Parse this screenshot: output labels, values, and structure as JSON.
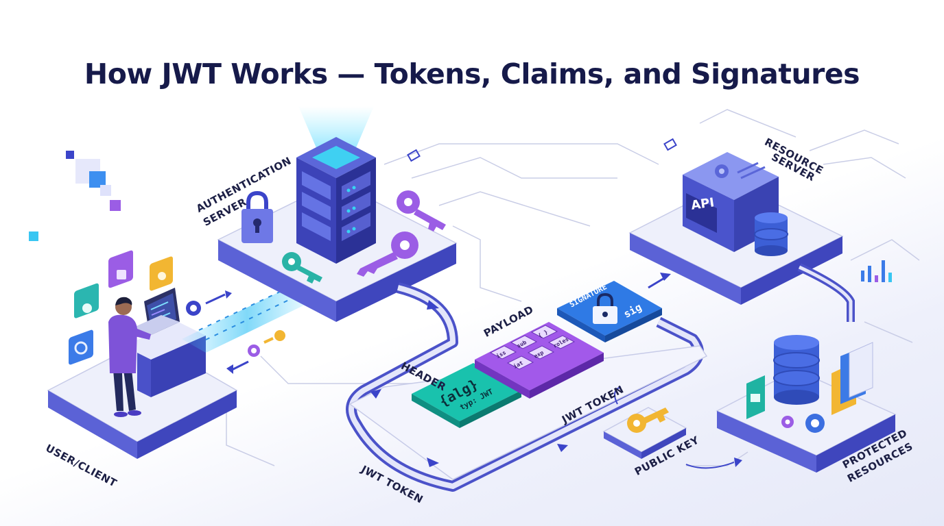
{
  "title": "How JWT Works — Tokens, Claims, and Signatures",
  "nodes": {
    "user_client": "USER/CLIENT",
    "auth_server_line1": "AUTHENTICATION",
    "auth_server_line2": "SERVER",
    "resource_server_line1": "RESOURCE",
    "resource_server_line2": "SERVER",
    "protected_resources_line1": "PROTECTED",
    "protected_resources_line2": "RESOURCES",
    "public_key": "PUBLIC KEY"
  },
  "token": {
    "header_label": "HEADER",
    "header_content_line1": "{alg}",
    "header_content_line2": "typ: JWT",
    "payload_label": "PAYLOAD",
    "payload_claims": [
      "iss",
      "sub",
      "{ }",
      "iat",
      "exp",
      "roles"
    ],
    "signature_label": "SIGNATURE",
    "signature_content": "sig",
    "jwt_token_label": "JWT TOKEN",
    "jwt_token_bottom_label": "JWT TOKEN"
  },
  "api_label": "API",
  "colors": {
    "title": "#161a4a",
    "platform_top": "#eef0fb",
    "platform_side": "#5b62d6",
    "header_teal": "#18b8a4",
    "payload_purple": "#9b4fe0",
    "signature_blue": "#2f6fe0",
    "key_purple": "#9b5de5",
    "key_teal": "#2ab3a6",
    "key_gold": "#f2b632"
  }
}
